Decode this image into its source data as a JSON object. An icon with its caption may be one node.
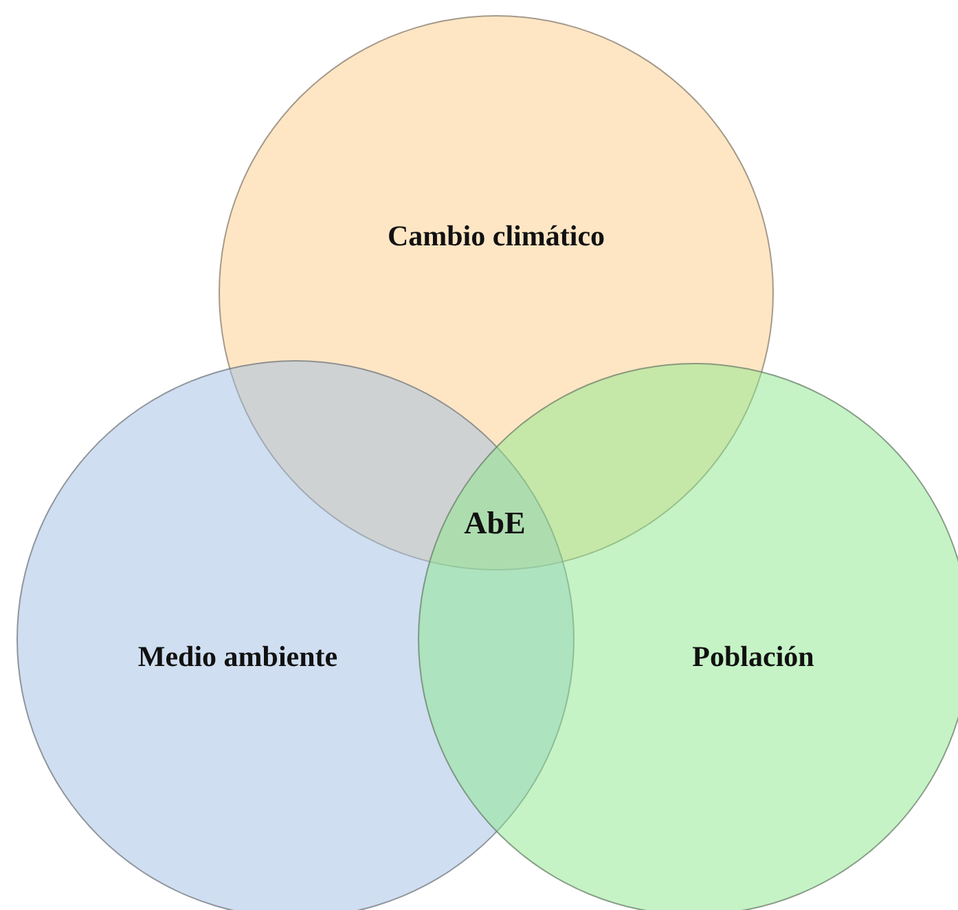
{
  "diagram": {
    "nodes": [
      {
        "text": [
          "Cambio climático"
        ]
      },
      {
        "text": [
          "Medio ambiente"
        ]
      },
      {
        "text": [
          "Población"
        ]
      }
    ],
    "labels": [
      "AbE"
    ]
  }
}
